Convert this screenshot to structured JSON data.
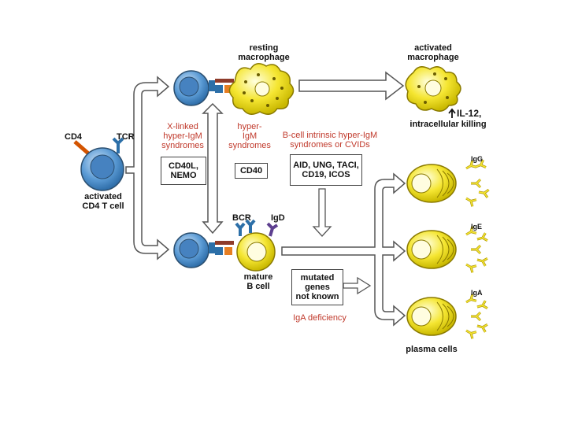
{
  "labels": {
    "resting_macrophage": [
      "resting",
      "macrophage"
    ],
    "activated_macrophage": [
      "activated",
      "macrophage"
    ],
    "il12": "IL-12,",
    "intracellular_killing": "intracellular killing",
    "cd4": "CD4",
    "tcr": "TCR",
    "activated_t_cell": [
      "activated",
      "CD4 T cell"
    ],
    "x_linked": [
      "X-linked",
      "hyper-IgM",
      "syndromes"
    ],
    "hyper_igm": [
      "hyper-",
      "IgM",
      "syndromes"
    ],
    "bcell_intrinsic": [
      "B-cell intrinsic hyper-IgM",
      "syndromes or CVIDs"
    ],
    "cd40l_nemo": [
      "CD40L,",
      "NEMO"
    ],
    "cd40": "CD40",
    "aid_list": [
      "AID, UNG, TACI,",
      "CD19, ICOS"
    ],
    "bcr": "BCR",
    "igd": "IgD",
    "mature_b_cell": [
      "mature",
      "B cell"
    ],
    "mutated_genes": [
      "mutated",
      "genes",
      "not known"
    ],
    "iga_deficiency": "IgA deficiency",
    "igg": "IgG",
    "ige": "IgE",
    "iga": "IgA",
    "plasma_cells": "plasma cells"
  },
  "colors": {
    "t_cell_blue": "#5b9bd5",
    "yellow": "#f5e632",
    "red_text": "#c0392b",
    "arrow": "#555555"
  },
  "icons": [
    "arrow-right",
    "arrow-down",
    "double-arrow-vertical",
    "y-antibody"
  ]
}
